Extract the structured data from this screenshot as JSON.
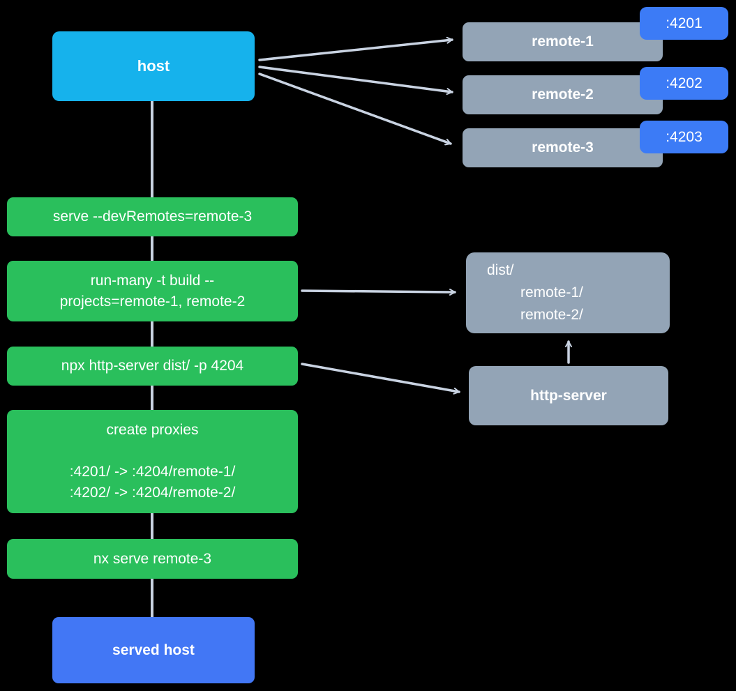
{
  "colors": {
    "bg": "#000000",
    "host": "#16b2ec",
    "served": "#4277f5",
    "badge": "#3c7bf6",
    "gray": "#93a4b6",
    "green": "#2abf5c",
    "arrow": "#c9d3e2",
    "text": "#ffffff"
  },
  "host": {
    "label": "host"
  },
  "remotes": [
    {
      "label": "remote-1",
      "port": ":4201"
    },
    {
      "label": "remote-2",
      "port": ":4202"
    },
    {
      "label": "remote-3",
      "port": ":4203"
    }
  ],
  "steps": [
    {
      "lines": [
        "serve --devRemotes=remote-3"
      ]
    },
    {
      "lines": [
        "run-many -t build --",
        "projects=remote-1, remote-2"
      ]
    },
    {
      "lines": [
        "npx http-server dist/ -p 4204"
      ]
    },
    {
      "lines": [
        "create proxies",
        ":4201/ -> :4204/remote-1/",
        ":4202/ -> :4204/remote-2/"
      ]
    },
    {
      "lines": [
        "nx serve remote-3"
      ]
    }
  ],
  "dist": {
    "lines": [
      "dist/",
      "remote-1/",
      "remote-2/"
    ]
  },
  "http_server": {
    "label": "http-server"
  },
  "served_host": {
    "label": "served host"
  }
}
